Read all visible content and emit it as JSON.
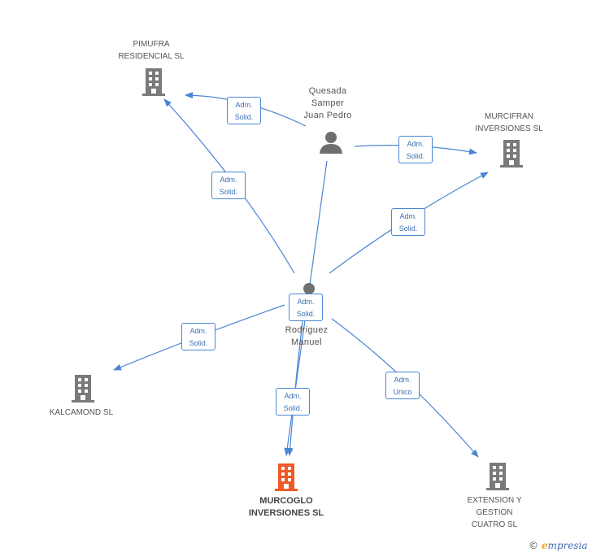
{
  "companies": {
    "pimufra": "PIMUFRA\nRESIDENCIAL SL",
    "murcifran": "MURCIFRAN\nINVERSIONES SL",
    "kalcamond": "KALCAMOND SL",
    "murcoglo": "MURCOGLO\nINVERSIONES SL",
    "extension": "EXTENSION Y\nGESTION\nCUATRO SL"
  },
  "persons": {
    "quesada": "Quesada\nSamper\nJuan Pedro",
    "rodriguez": "Rodriguez\nManuel"
  },
  "relations": {
    "q_pimufra": "Adm.\nSolid.",
    "q_murcifran": "Adm.\nSolid.",
    "r_pimufra": "Adm.\nSolid.",
    "r_murcifran": "Adm.\nSolid.",
    "r_murcoglo_top": "Adm.\nSolid.",
    "r_kalcamond": "Adm.\nSolid.",
    "q_murcoglo": "Adm.\nSolid.",
    "r_extension": "Adm.\nUnico"
  },
  "footer": {
    "copyright_symbol": "©",
    "brand_initial": "e",
    "brand_rest": "mpresia"
  },
  "colors": {
    "edge": "#4a86d4",
    "company_icon": "#7a7a7a",
    "focus_icon": "#f05a28",
    "person_icon": "#6f6f6f"
  }
}
